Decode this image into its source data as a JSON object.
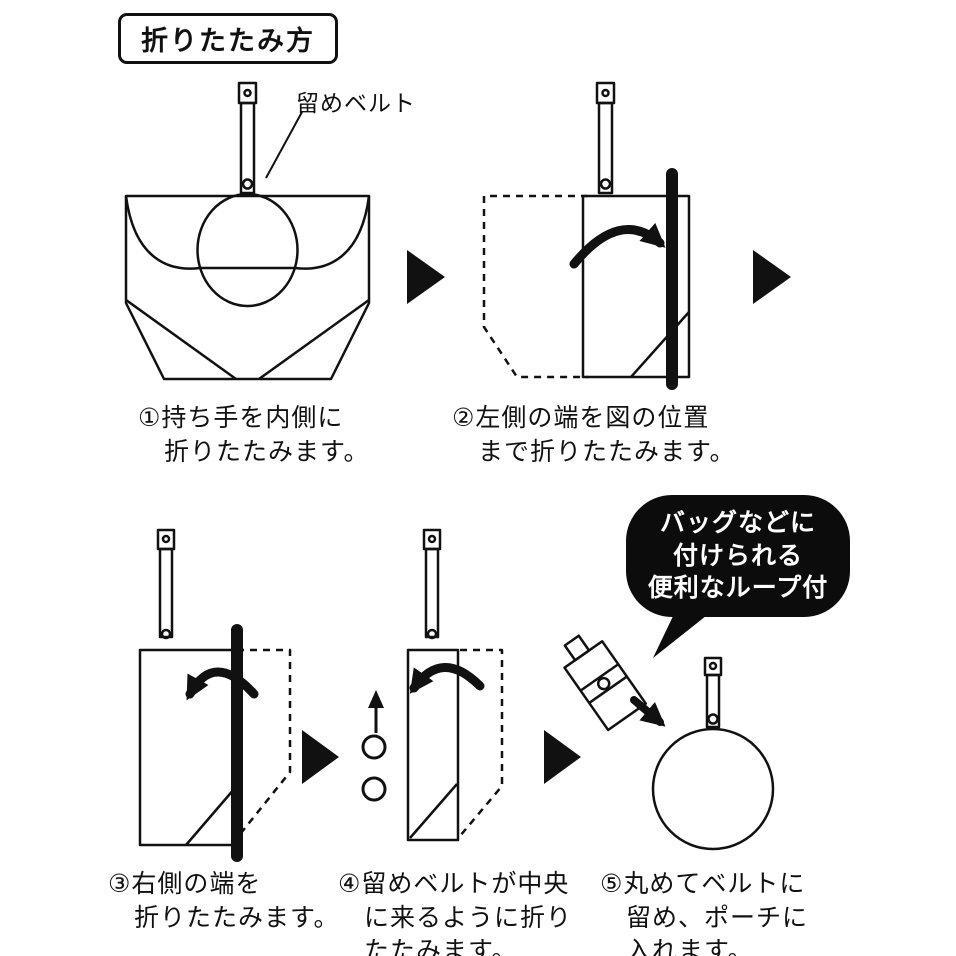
{
  "title": "折りたたみ方",
  "labels": {
    "strap": "留めベルト"
  },
  "steps": [
    {
      "caption_lines": [
        "①持ち手を内側に",
        "折りたたみます。"
      ]
    },
    {
      "caption_lines": [
        "②左側の端を図の位置",
        "まで折りたたみます。"
      ]
    },
    {
      "caption_lines": [
        "③右側の端を",
        "折りたたみます。"
      ]
    },
    {
      "caption_lines": [
        "④留めベルトが中央",
        "に来るように折り",
        "たたみます。"
      ]
    },
    {
      "caption_lines": [
        "⑤丸めてベルトに",
        "留め、ポーチに",
        "入れます。"
      ]
    }
  ],
  "bubble": {
    "lines": [
      "バッグなどに",
      "付けられる",
      "便利なループ付"
    ]
  },
  "icons": {
    "step_arrow": "right-black-triangle",
    "fold_arrow": "curved-thick-arrow",
    "spring_arrow": "coil-up-arrow"
  },
  "colors": {
    "ink": "#111111",
    "background": "#ffffff",
    "bubble_bg": "#0c0c0c",
    "bubble_text": "#ffffff"
  }
}
